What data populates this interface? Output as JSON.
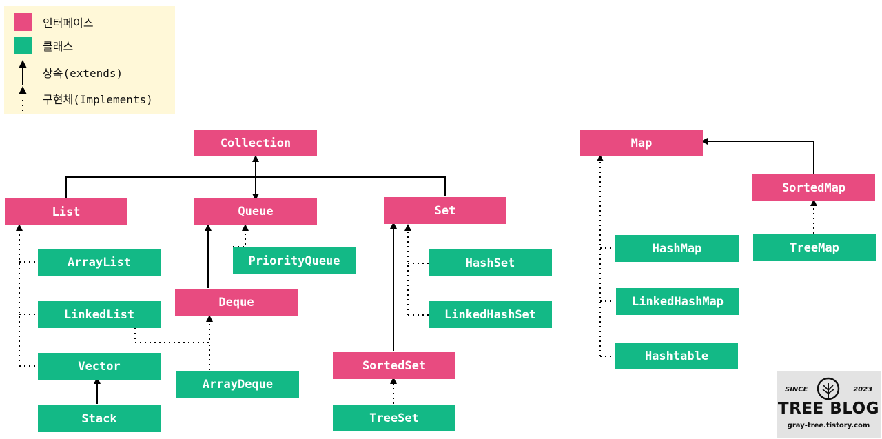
{
  "legend": {
    "interface_label": "인터페이스",
    "class_label": "클래스",
    "extends_label": "상속(extends)",
    "implements_label": "구현체(Implements)"
  },
  "colors": {
    "interface": "#e84b80",
    "class": "#13b986",
    "legend_bg": "#fff8d8"
  },
  "nodes": {
    "collection": "Collection",
    "list": "List",
    "queue": "Queue",
    "set": "Set",
    "array_list": "ArrayList",
    "linked_list": "LinkedList",
    "vector": "Vector",
    "stack": "Stack",
    "priority_queue": "PriorityQueue",
    "deque": "Deque",
    "array_deque": "ArrayDeque",
    "hash_set": "HashSet",
    "linked_hash_set": "LinkedHashSet",
    "sorted_set": "SortedSet",
    "tree_set": "TreeSet",
    "map": "Map",
    "sorted_map": "SortedMap",
    "tree_map": "TreeMap",
    "hash_map": "HashMap",
    "linked_hash_map": "LinkedHashMap",
    "hashtable": "Hashtable"
  },
  "logo": {
    "since": "SINCE",
    "year": "2023",
    "title": "TREE BLOG",
    "url": "gray-tree.tistory.com"
  }
}
